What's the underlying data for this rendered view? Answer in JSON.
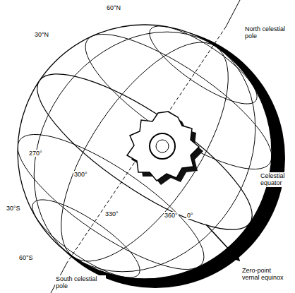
{
  "diagram": {
    "labels": [
      "60°N",
      "30°N",
      "North celestial pole",
      "270°",
      "300°",
      "330°",
      "360°",
      "0°",
      "30°S",
      "60°S",
      "Celestial equator",
      "Zero-point vernal equinox",
      "South celestial pole"
    ]
  }
}
